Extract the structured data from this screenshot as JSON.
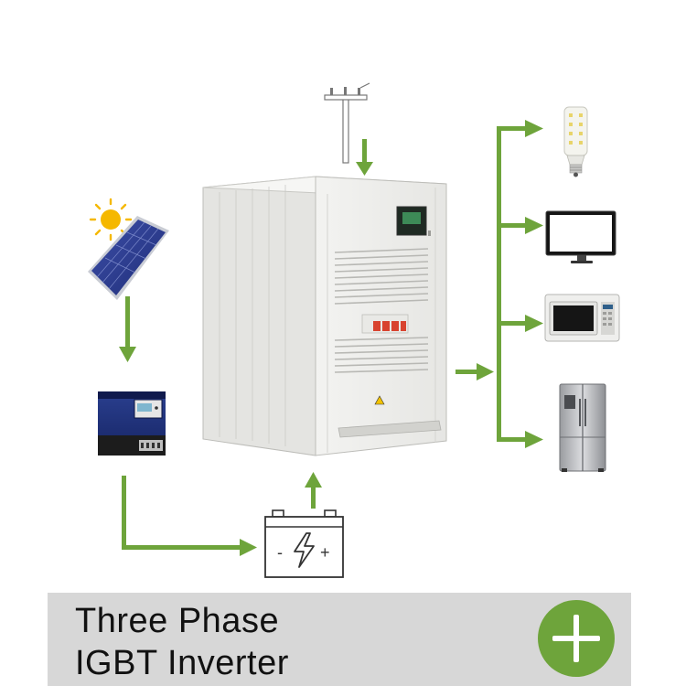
{
  "banner": {
    "line1": "Three Phase",
    "line2": "IGBT Inverter"
  },
  "battery": {
    "minus": "-",
    "plus": "+"
  },
  "colors": {
    "arrow_green": "#6ea43b",
    "banner_bg": "#d7d7d7",
    "inverter_body": "#ececea"
  },
  "icons": {
    "sun": "sun-icon",
    "solar_panel": "solar-panel-icon",
    "utility_pole": "utility-pole-icon",
    "charge_controller": "charge-controller-icon",
    "battery": "battery-icon",
    "inverter": "inverter-cabinet",
    "bulb": "light-bulb-icon",
    "monitor": "monitor-icon",
    "microwave": "microwave-icon",
    "fridge": "refrigerator-icon",
    "plus": "plus-icon"
  }
}
